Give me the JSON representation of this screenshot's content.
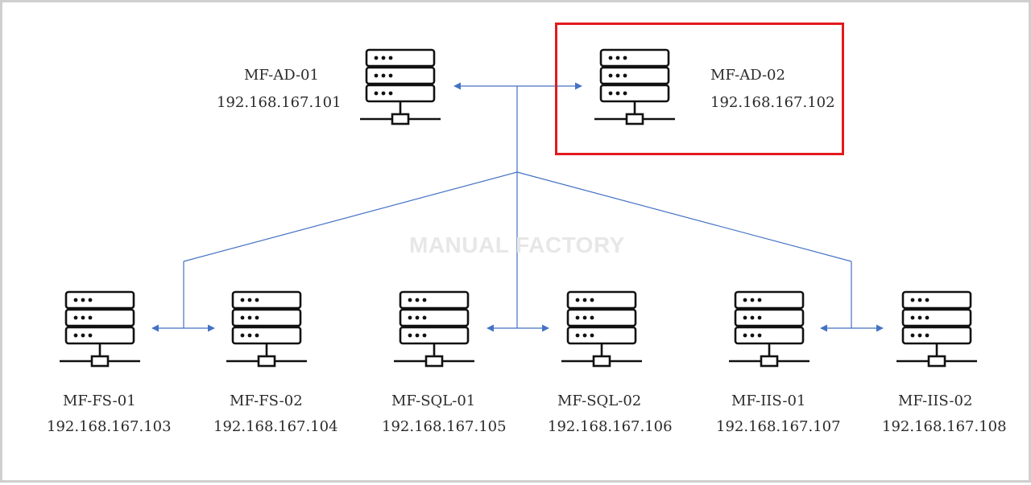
{
  "watermark": "MANUAL FACTORY",
  "colors": {
    "link": "#4472c4",
    "highlight": "#e3191e",
    "server_stroke": "#111111"
  },
  "servers": {
    "ad01": {
      "name": "MF-AD-01",
      "ip": "192.168.167.101",
      "icon": "server-icon"
    },
    "ad02": {
      "name": "MF-AD-02",
      "ip": "192.168.167.102",
      "icon": "server-icon",
      "highlighted": true
    },
    "fs01": {
      "name": "MF-FS-01",
      "ip": "192.168.167.103",
      "icon": "server-icon"
    },
    "fs02": {
      "name": "MF-FS-02",
      "ip": "192.168.167.104",
      "icon": "server-icon"
    },
    "sql01": {
      "name": "MF-SQL-01",
      "ip": "192.168.167.105",
      "icon": "server-icon"
    },
    "sql02": {
      "name": "MF-SQL-02",
      "ip": "192.168.167.106",
      "icon": "server-icon"
    },
    "iis01": {
      "name": "MF-IIS-01",
      "ip": "192.168.167.107",
      "icon": "server-icon"
    },
    "iis02": {
      "name": "MF-IIS-02",
      "ip": "192.168.167.108",
      "icon": "server-icon"
    }
  }
}
